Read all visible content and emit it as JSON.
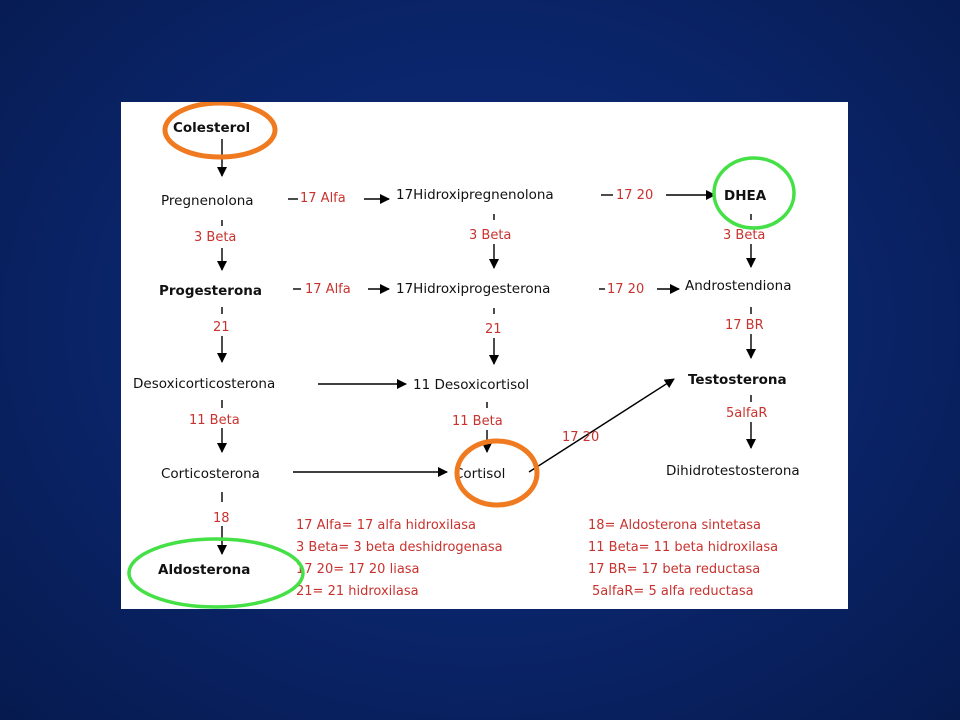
{
  "colors": {
    "background": "#0a2468",
    "panel": "#ffffff",
    "enzyme_text": "#c8332f",
    "orange_highlight": "#ef7a1f",
    "green_highlight": "#44e046"
  },
  "nodes": {
    "colesterol": "Colesterol",
    "pregnenolona": "Pregnenolona",
    "hidroxipregnenolona": "17Hidroxipregnenolona",
    "dhea": "DHEA",
    "progesterona": "Progesterona",
    "hidroxiprogesterona": "17Hidroxiprogesterona",
    "androstendiona": "Androstendiona",
    "desoxicorticosterona": "Desoxicorticosterona",
    "desoxicortisol": "11 Desoxicortisol",
    "testosterona": "Testosterona",
    "corticosterona": "Corticosterona",
    "cortisol": "Cortisol",
    "dihidrotestosterona": "Dihidrotestosterona",
    "aldosterona": "Aldosterona"
  },
  "enzymes": {
    "alfa17_a": "17 Alfa",
    "alfa17_b": "17 Alfa",
    "e1720_a": "17 20",
    "e1720_b": "17 20",
    "e1720_c": "17 20",
    "beta3_a": "3 Beta",
    "beta3_b": "3 Beta",
    "beta3_c": "3 Beta",
    "e21_a": "21",
    "e21_b": "21",
    "br17": "17 BR",
    "beta11_a": "11 Beta",
    "beta11_b": "11 Beta",
    "alfar5": "5alfaR",
    "e18": "18"
  },
  "legend": {
    "left": [
      "17 Alfa= 17 alfa hidroxilasa",
      "3 Beta= 3 beta deshidrogenasa",
      "17 20= 17 20 liasa",
      "21= 21 hidroxilasa"
    ],
    "right": [
      "18= Aldosterona sintetasa",
      "11 Beta= 11 beta hidroxilasa",
      "17 BR= 17 beta reductasa",
      "5alfaR= 5 alfa reductasa"
    ]
  }
}
